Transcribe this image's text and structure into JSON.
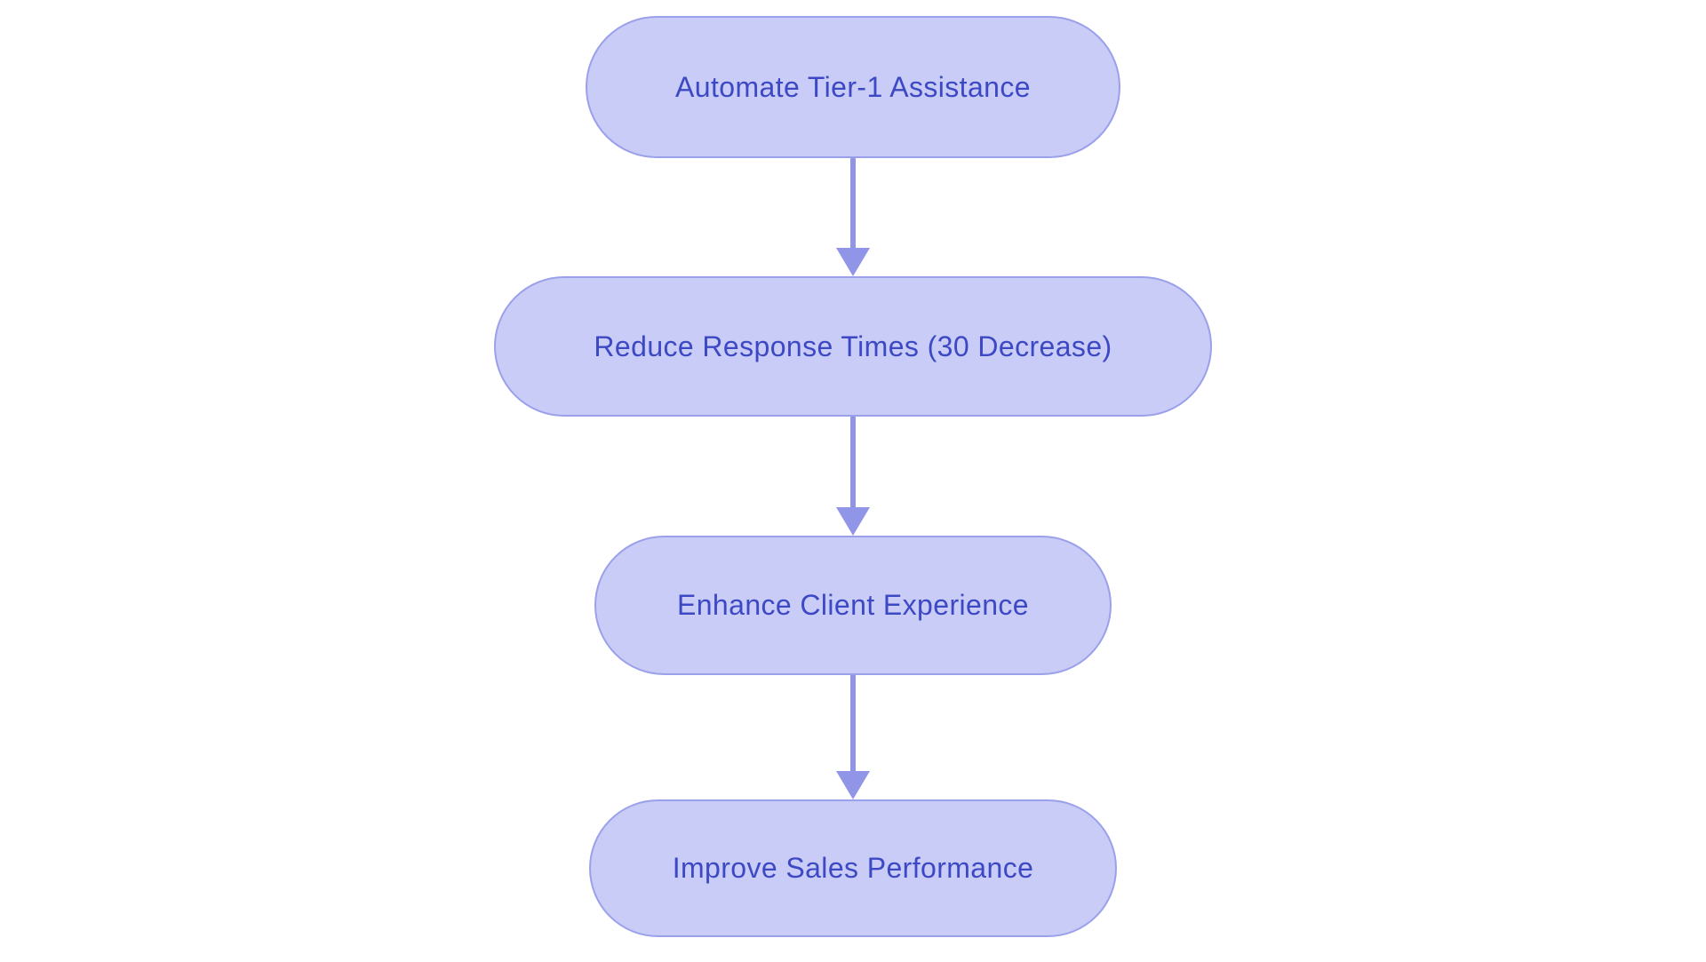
{
  "diagram": {
    "type": "flowchart",
    "direction": "top-down",
    "colors": {
      "bg": "#ffffff",
      "fill": "#c9ccf6",
      "border": "#9aa0ea",
      "text": "#3d49c4",
      "arrow": "#9095e8"
    },
    "nodes": [
      {
        "id": "n1",
        "label": "Automate Tier-1 Assistance"
      },
      {
        "id": "n2",
        "label": "Reduce Response Times (30 Decrease)"
      },
      {
        "id": "n3",
        "label": "Enhance Client Experience"
      },
      {
        "id": "n4",
        "label": "Improve Sales Performance"
      }
    ],
    "edges": [
      {
        "from": "n1",
        "to": "n2"
      },
      {
        "from": "n2",
        "to": "n3"
      },
      {
        "from": "n3",
        "to": "n4"
      }
    ]
  }
}
